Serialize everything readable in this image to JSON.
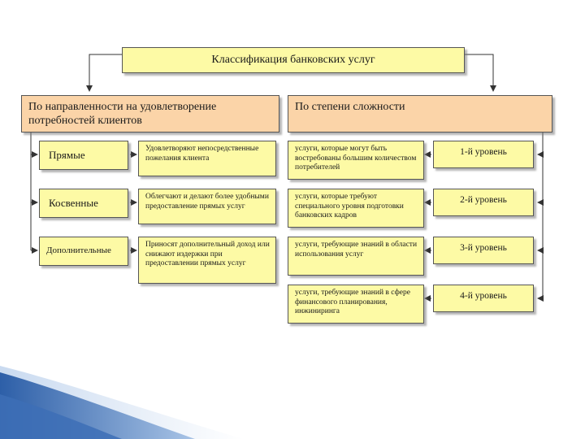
{
  "title": "Классификация банковских услуг",
  "left_header": "По направленности на удовлетворение потребностей клиентов",
  "right_header": "По степени сложности",
  "categories": [
    {
      "name": "Прямые",
      "description": "Удовлетворяют непосредственные пожелания клиента"
    },
    {
      "name": "Косвенные",
      "description": "Облегчают и делают более удобными предоставление прямых услуг"
    },
    {
      "name": "Дополнительные",
      "description": "Приносят дополнительный доход или снижают издержки при предоставлении прямых услуг"
    }
  ],
  "complexity": [
    {
      "description": "услуги, которые могут быть востребованы большим количеством потребителей",
      "level": "1-й уровень"
    },
    {
      "description": "услуги, которые требуют специального уровня подготовки банковских кадров",
      "level": "2-й уровень"
    },
    {
      "description": "услуги, требующие знаний в области использования услуг",
      "level": "3-й уровень"
    },
    {
      "description": "услуги, требующие знаний в сфере финансового планирования, инжиниринга",
      "level": "4-й уровень"
    }
  ],
  "colors": {
    "box_yellow": "#fdfaa5",
    "box_peach": "#fbd4a8",
    "border": "#555555",
    "connector": "#333333",
    "decor_blue": "#3d6fb6"
  }
}
